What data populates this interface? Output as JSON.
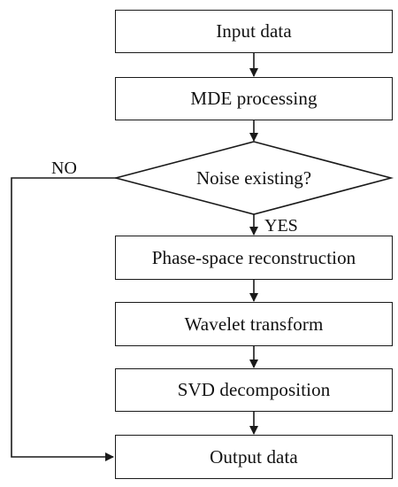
{
  "flowchart": {
    "nodes": {
      "input": "Input data",
      "mde": "MDE processing",
      "decision": "Noise existing?",
      "phase": "Phase-space reconstruction",
      "wavelet": "Wavelet transform",
      "svd": "SVD decomposition",
      "output": "Output data"
    },
    "branches": {
      "no": "NO",
      "yes": "YES"
    }
  }
}
